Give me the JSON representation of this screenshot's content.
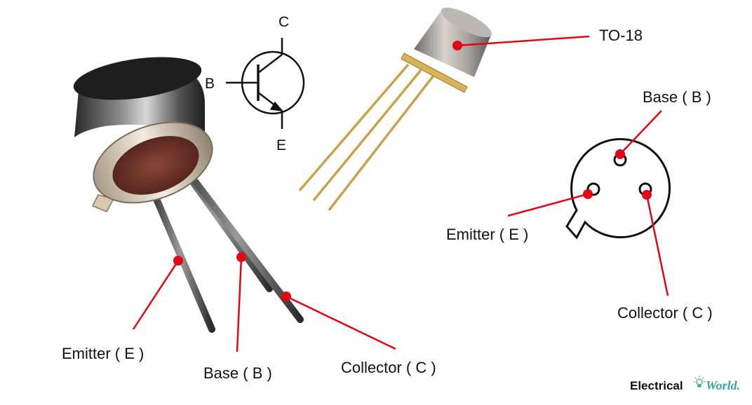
{
  "symbol": {
    "collector": "C",
    "base": "B",
    "emitter": "E"
  },
  "package_label": "TO-18",
  "left_labels": {
    "emitter": "Emitter ( E )",
    "base": "Base ( B )",
    "collector": "Collector ( C )"
  },
  "pinout_labels": {
    "base": "Base ( B )",
    "emitter": "Emitter ( E )",
    "collector": "Collector ( C )"
  },
  "brand": {
    "part1": "Electrical",
    "part2": "World."
  },
  "colors": {
    "pointer": "#e30613",
    "brand_accent": "#3aa6a0",
    "gold": "#c9a24a"
  }
}
